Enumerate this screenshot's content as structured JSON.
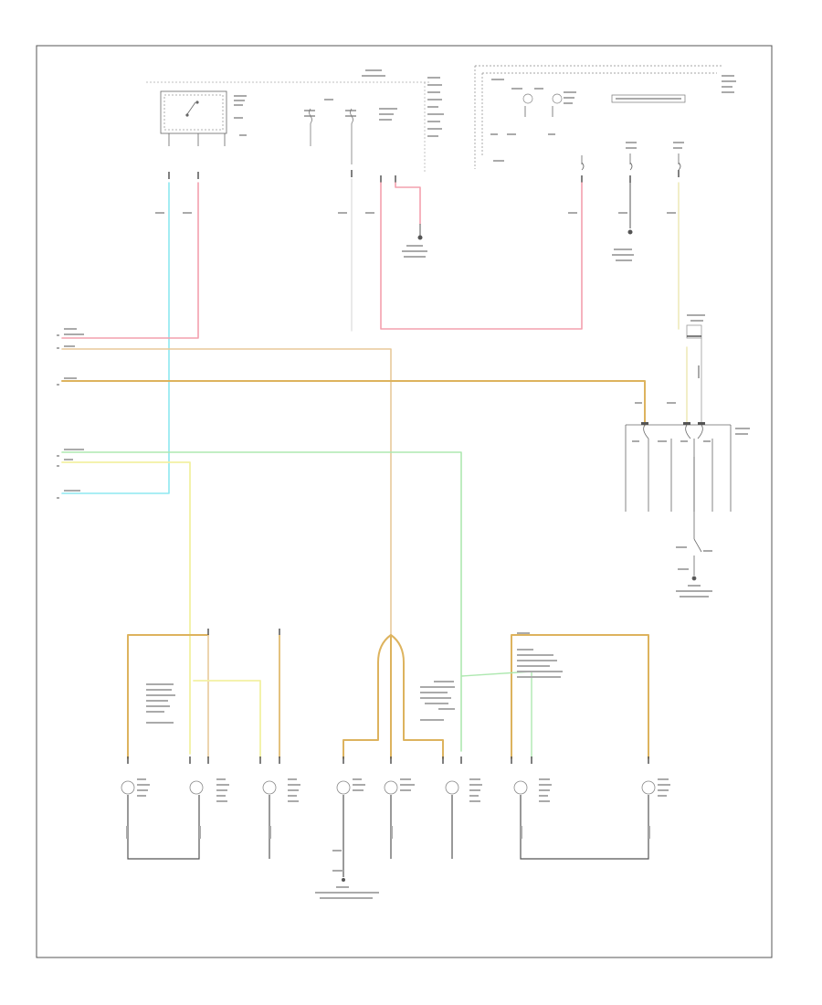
{
  "footer_code": "",
  "colors": {
    "frame": "#555555",
    "component": "#666666",
    "ground_wire": "#555555",
    "light_blue": "#8ee8f0",
    "pink": "#f3a0ae",
    "tan": "#e8c99a",
    "orange": "#ddb35e",
    "light_green": "#aee8b0",
    "yellow": "#f2f0a2",
    "pale_yellow": "#eeeabb"
  },
  "lamps": [
    {
      "id": "left-rear-lamp-1"
    },
    {
      "id": "left-rear-lamp-2"
    },
    {
      "id": "left-rear-lamp-3"
    },
    {
      "id": "left-license-lamp"
    },
    {
      "id": "right-license-lamp"
    },
    {
      "id": "right-rear-lamp-1"
    },
    {
      "id": "right-rear-lamp-2"
    },
    {
      "id": "right-rear-lamp-3"
    }
  ]
}
